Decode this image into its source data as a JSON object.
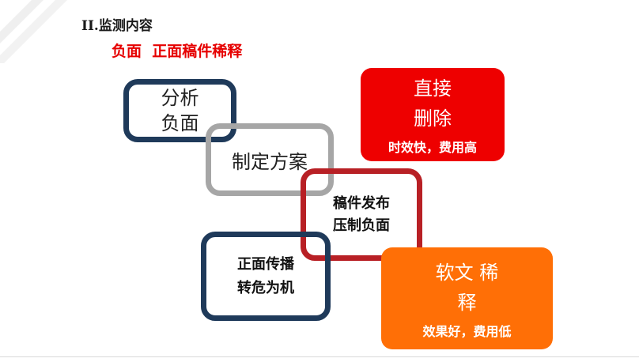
{
  "header": {
    "title": "II.监测内容",
    "subtitle": "负面  正面稿件稀释"
  },
  "diagram": {
    "analyze_box": {
      "line1": "分析",
      "line2": "负面"
    },
    "plan_box": {
      "label": "制定方案"
    },
    "publish_box": {
      "line1": "稿件发布",
      "line2": "压制负面"
    },
    "positive_box": {
      "line1": "正面传播",
      "line2": "转危为机"
    },
    "delete_box": {
      "line1": "直接",
      "line2": "删除",
      "note": "时效快，费用高",
      "color": "#ee0000"
    },
    "soft_box": {
      "line1": "软文 稀",
      "line2": "释",
      "note": "效果好，费用低",
      "color": "#ff6f06"
    }
  },
  "colors": {
    "navy_border": "#1f3a5a",
    "gray_border": "#a6a6a6",
    "red_border": "#b82025",
    "heading_red": "#e60000"
  }
}
